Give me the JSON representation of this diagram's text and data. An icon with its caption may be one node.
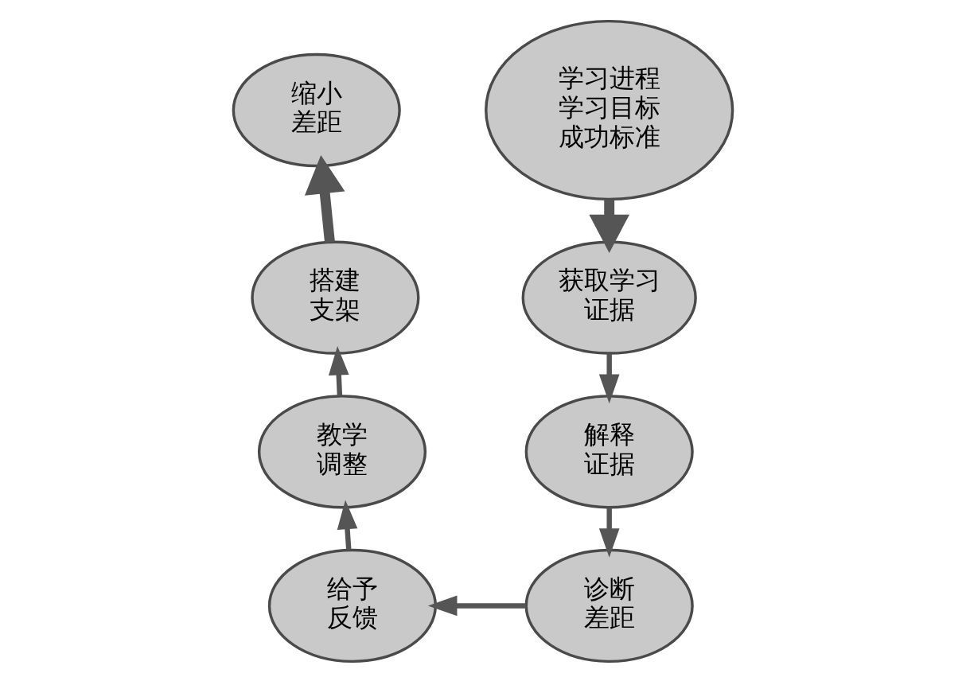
{
  "diagram": {
    "nodes": [
      {
        "text": [
          "学习进程",
          "学习目标",
          "成功标准"
        ]
      },
      {
        "text": [
          "缩小差距"
        ]
      },
      {
        "text": [
          "获取学习证据"
        ]
      },
      {
        "text": [
          "搭建支架"
        ]
      },
      {
        "text": [
          "解释证据"
        ]
      },
      {
        "text": [
          "教学调整"
        ]
      },
      {
        "text": [
          "诊断差距"
        ]
      },
      {
        "text": [
          "给予反馈"
        ]
      }
    ],
    "edges": [
      {
        "from": 0,
        "to": 2,
        "arrow": "to",
        "style": "thick"
      },
      {
        "from": 3,
        "to": 1,
        "arrow": "to",
        "style": "thick"
      },
      {
        "from": 2,
        "to": 4,
        "arrow": "to"
      },
      {
        "from": 4,
        "to": 6,
        "arrow": "to"
      },
      {
        "from": 6,
        "to": 7,
        "arrow": "to"
      },
      {
        "from": 7,
        "to": 5,
        "arrow": "to"
      },
      {
        "from": 5,
        "to": 3,
        "arrow": "to"
      }
    ]
  }
}
